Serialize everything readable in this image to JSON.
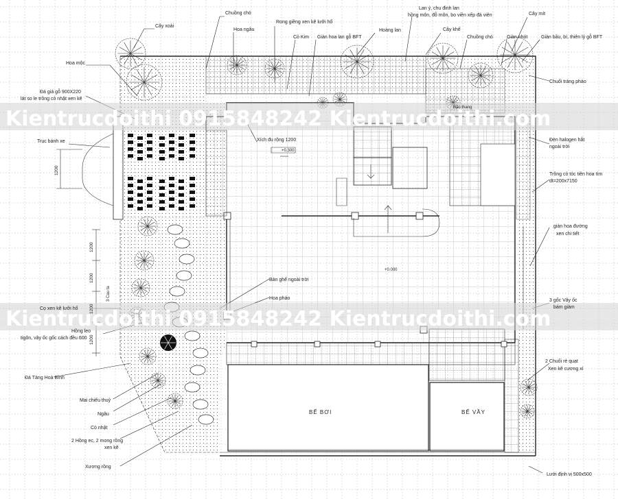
{
  "labels": {
    "cay_xoai": "Cây xoài",
    "chuong_cho_top": "Chuồng chó",
    "hoa_ngau": "Hoa ngâu",
    "rong_giong": "Rong giềng xen kẽ lưỡi hổ",
    "co_kim": "Cỏ Kim",
    "gian_hoa_lan": "Giàn hoa lan gỗ BFT",
    "hoang_lan": "Hoàng lan",
    "lan_y": "Lan ý, chu đinh lan",
    "hong_mon": "hồng môn, đỗ môn, bo viền xếp đá viên",
    "cay_khe": "Cây khế",
    "chuong_cho_right": "Chuồng chó",
    "gian_nhot": "Giàn nhót",
    "cay_mit": "Cây mít",
    "gian_bau": "Giàn bầu, bí, thiên lý gỗ BFT",
    "hoa_moc": "Hoa mộc",
    "da_gia_go": "Đá giả gỗ 900X220",
    "lat_so_le": "lát so le trồng cỏ nhật xen kẽ",
    "chuoi_trang_phao": "Chuối tràng pháo",
    "truc_banh_xe": "Trục bánh xe",
    "xich_du": "Xích đu rộng 1200",
    "level_top": "+0.300",
    "bau_thang": "Bậu thang",
    "den_halogen": "Đèn halogen hắt",
    "ngoai_troi": "ngoài trời",
    "trong_co_toc": "Trồng cỏ tóc tiên hoa tím",
    "di_200": "dt=200x7150",
    "gian_hoa_duong": "giàn hoa đường",
    "xen_chi_tiet": "xen chi tiết",
    "level_mid": "+0.000",
    "ban_ghe": "Bàn ghế ngoài trời",
    "hoa_phao": "Hoa pháo",
    "co_xen": "Cọ xen kẽ lưỡi hổ",
    "hong_leo": "Hồng leo",
    "tigon": "tigôn, vây ốc gốc cách đều 600",
    "gioc_vay_oc": "3 gốc Vây ốc",
    "bam_giam": "bám giàm",
    "da_tang_hoa_binh": "Đá Tảng Hoà Bình",
    "chuoi_re_quat": "2 Chuối rẻ quạt",
    "xen_ke_cuong_xi": "Xen kẽ cương xỉ",
    "mai_chieu_thuy": "Mai chiếu thuỷ",
    "ngau": "Ngâu",
    "co_nhat": "Cỏ nhật",
    "hong_ec": "2 Hồng ec, 2 mong rồng",
    "xen_ke": "xen kẽ",
    "xuong_rong": "Xương rồng",
    "be_boi": "BỂ BƠI",
    "be_vay": "BỂ VẦY",
    "luoi_dinh_vi": "Lưới định vị 500x500",
    "ba_cau": "3 Cau ta",
    "dim_1": "1200",
    "dim_2": "1200",
    "dim_3": "1200",
    "dim_4": "1200",
    "dim_5": "1200"
  },
  "watermark": {
    "row1": "Kientrucdoithi 0915848242 Kientrucdoithi.com",
    "row2": "Kientrucdoithi 0915848242 Kientrucdoithi.com"
  },
  "colors": {
    "line": "#222222",
    "grid": "#9a9a9a",
    "band": "#d4d4d4"
  }
}
